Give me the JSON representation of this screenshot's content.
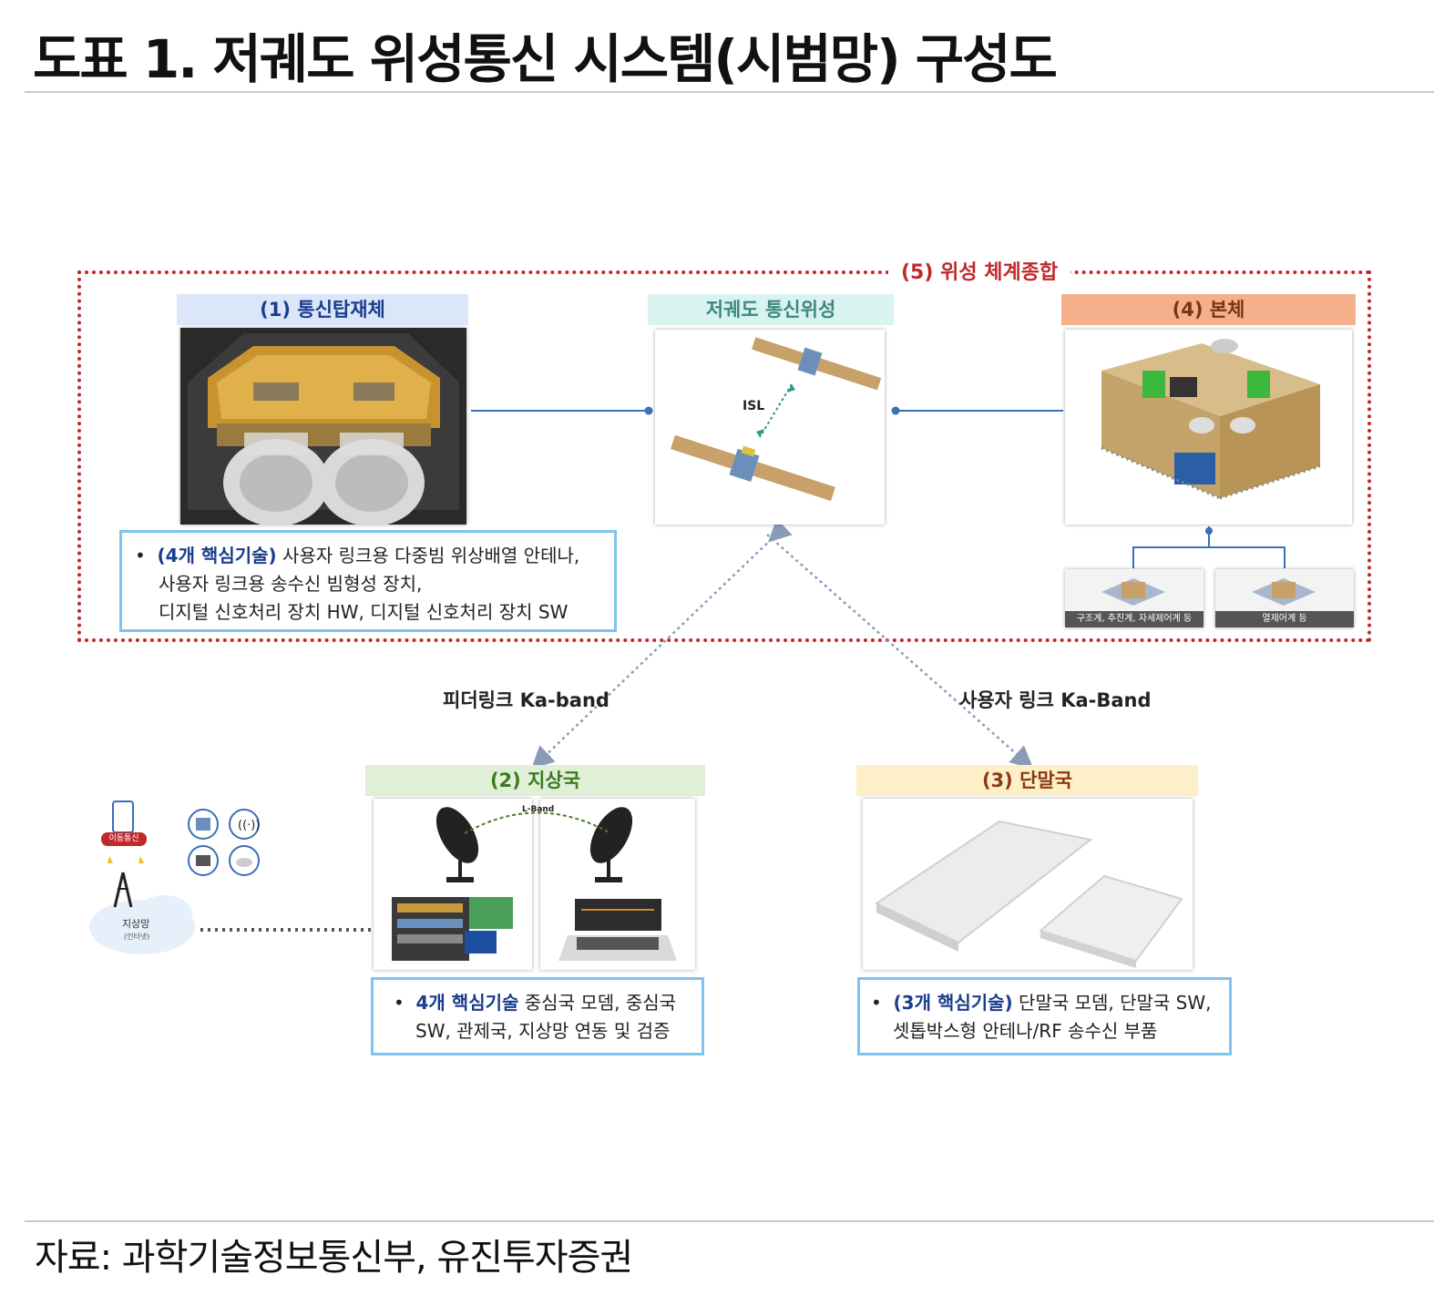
{
  "page_title": "도표 1.   저궤도 위성통신 시스템(시범망) 구성도",
  "source_note": "자료: 과학기술정보통신부, 유진투자증권",
  "diagram": {
    "system_integration": "(5) 위성 체계종합",
    "payload": {
      "title": "(1) 통신탑재체",
      "key": "(4개 핵심기술)",
      "line1": "사용자 링크용 다중빔 위상배열 안테나,",
      "line2": "사용자 링크용 송수신 빔형성 장치,",
      "line3": "디지털 신호처리 장치 HW, 디지털 신호처리 장치 SW"
    },
    "satellite": {
      "title": "저궤도 통신위성",
      "isl": "ISL"
    },
    "bus": {
      "title": "(4) 본체",
      "sub1": "구조계, 추진계, 자세제어계 등",
      "sub2": "열제어계 등"
    },
    "feeder_link": "피더링크 Ka-band",
    "user_link": "사용자 링크 Ka-Band",
    "ground": {
      "title": "(2) 지상국",
      "lband": "L-Band",
      "key": "4개 핵심기술",
      "line1_rest": "중심국 모뎀, 중심국",
      "line2": "SW,  관제국, 지상망 연동 및 검증"
    },
    "terminal": {
      "title": "(3) 단말국",
      "key": "(3개 핵심기술)",
      "line1_rest": "단말국 모뎀, 단말국 SW,",
      "line2": "셋톱박스형 안테나/RF 송수신 부품"
    },
    "network": {
      "mobile": "이동통신",
      "land": "지상망",
      "internet": "(인터넷)"
    }
  },
  "colors": {
    "dotted_frame": "#c0282c",
    "payload_header": "#dbe7f8",
    "satellite_header": "#d9f3f0",
    "bus_header": "#f4b08a",
    "ground_header": "#dff0d6",
    "terminal_header": "#fdf0c9",
    "bullet_border": "#7ec3ee",
    "key_text": "#1a3d8c"
  }
}
